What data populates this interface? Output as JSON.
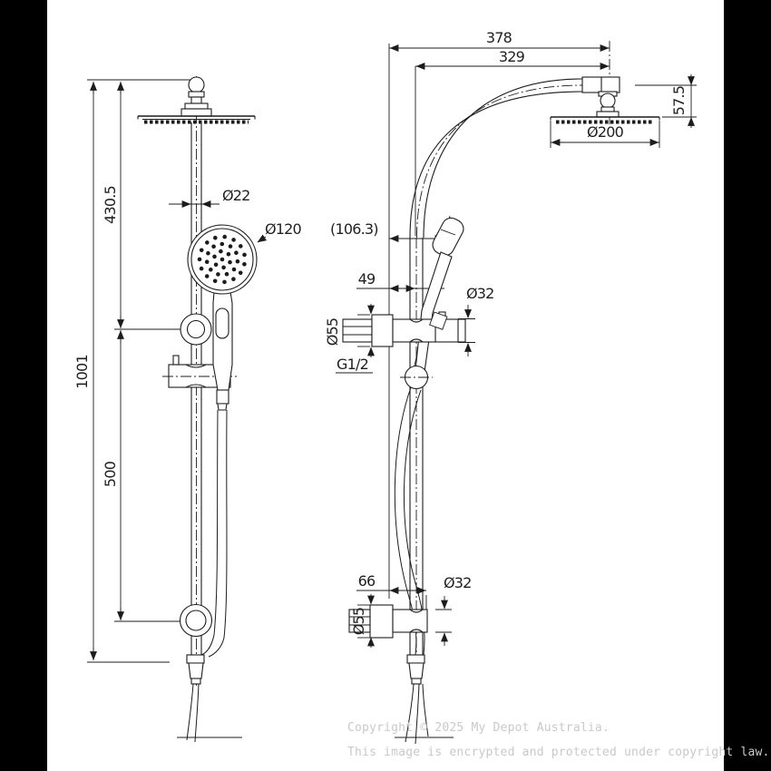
{
  "colors": {
    "line": "#1c1c1c",
    "dim_text": "#1f1f1f",
    "background": "#ffffff",
    "side_bar": "#000000",
    "watermark": "#c9c9c9"
  },
  "front_view": {
    "dim_overall_height": "1001",
    "dim_top_to_upper_bracket": "430.5",
    "dim_bracket_spacing": "500",
    "dim_rail_diameter": "Ø22",
    "dim_handshower_diameter": "Ø120"
  },
  "side_view": {
    "dim_reach_overall": "378",
    "dim_reach_from_rail": "329",
    "dim_head_drop": "57.5",
    "dim_head_diameter": "Ø200",
    "dim_handshower_offset_ref": "(106.3)",
    "dim_wall_to_rail": "49",
    "dim_upper_arm_diameter": "Ø32",
    "dim_upper_flange_diameter": "Ø55",
    "dim_thread_size": "G1/2",
    "dim_lower_arm_length": "66",
    "dim_lower_arm_diameter": "Ø32",
    "dim_lower_flange_diameter": "Ø55"
  },
  "watermark": {
    "line1": "Copyright © 2025 My Depot Australia.",
    "line2": "This image is encrypted and protected under copyright law."
  }
}
